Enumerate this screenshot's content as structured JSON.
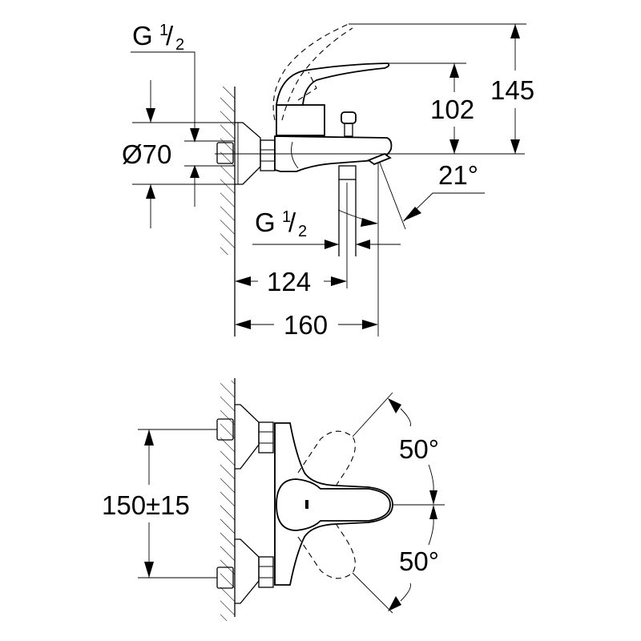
{
  "drawing": {
    "title": "Wall-mounted bath mixer dimensional drawing",
    "side_view": {
      "thread_top": {
        "prefix": "G",
        "num": "1",
        "den": "2"
      },
      "thread_bottom": {
        "prefix": "G",
        "num": "1",
        "den": "2"
      },
      "flange_diameter": "Ø70",
      "handle_height": "102",
      "max_height": "145",
      "spout_angle": "21°",
      "outlet_distance": "124",
      "total_depth": "160"
    },
    "front_view": {
      "inlet_spacing": "150±15",
      "lever_angle_up": "50°",
      "lever_angle_down": "50°"
    }
  }
}
